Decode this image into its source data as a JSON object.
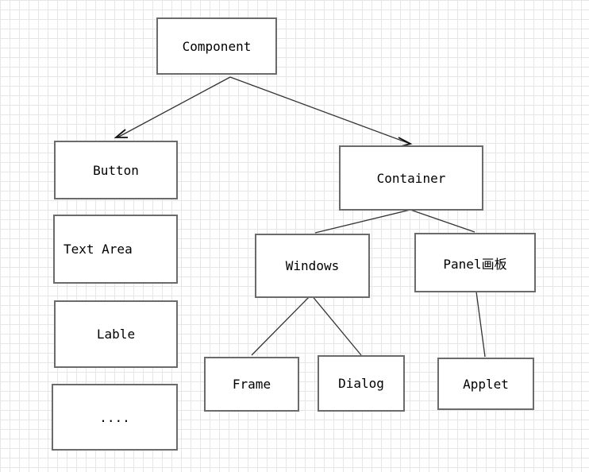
{
  "nodes": {
    "component": "Component",
    "button": "Button",
    "text_area": "Text Area",
    "lable": "Lable",
    "ellipsis": "....",
    "container": "Container",
    "windows": "Windows",
    "panel": "Panel画板",
    "frame": "Frame",
    "dialog": "Dialog",
    "applet": "Applet"
  }
}
